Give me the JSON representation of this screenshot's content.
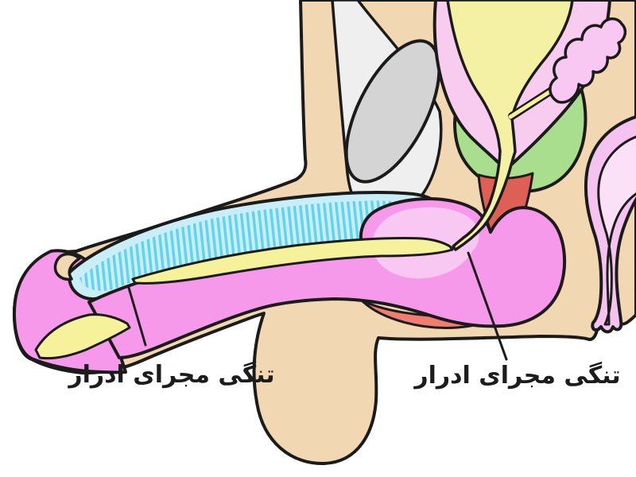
{
  "figure": {
    "type": "anatomical-illustration",
    "subject": "male urogenital system, sagittal cross-section, urethral stricture diagram",
    "background_color": "#ffffff",
    "language": "fa"
  },
  "labels": {
    "left": {
      "text": "تنگی مجرای ادرار",
      "meaning": "urethral stricture",
      "points_to": "penile-urethra-stricture"
    },
    "right": {
      "text": "تنگی مجرای ادرار",
      "meaning": "urethral stricture",
      "points_to": "bulbar-urethra-stricture"
    }
  },
  "palette": {
    "outline": "#1b1b1b",
    "skin": "#F2D8B2",
    "glans_and_spongiosum_pink": "#F799EB",
    "bulb_inner_pink": "#F8C8F2",
    "cavernosum_blue_bg": "#CAEEF8",
    "cavernosum_stripe": "#5FD3F0",
    "urethra_yellow": "#F6F29B",
    "bladder_interior_yellow": "#F5F1A4",
    "bladder_wall_pink": "#F8CCEF",
    "prostate_green": "#A8DE8E",
    "sphincter_red": "#DE5F55",
    "perineal_muscle_salmon": "#F07D70",
    "rectum_wall_pink": "#F6C2EF",
    "rectum_lumen_pink": "#FBE0F8",
    "seminal_vesicle_pink": "#F8C8F2",
    "pubic_bone_gray": "#D4D4D4",
    "symphysis_gray": "#EFEFEF"
  }
}
